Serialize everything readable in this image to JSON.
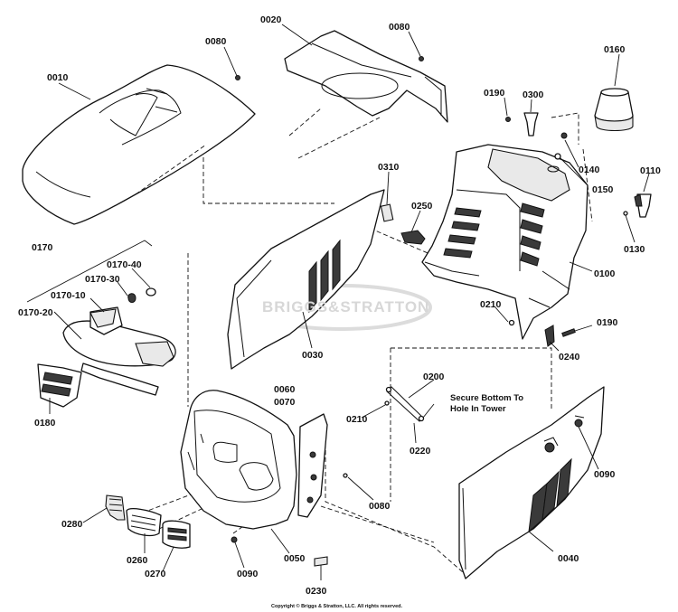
{
  "labels": {
    "p0010": "0010",
    "p0020": "0020",
    "p0080a": "0080",
    "p0080b": "0080",
    "p0160": "0160",
    "p0190a": "0190",
    "p0300": "0300",
    "p0140": "0140",
    "p0150": "0150",
    "p0110": "0110",
    "p0130": "0130",
    "p0310": "0310",
    "p0250": "0250",
    "p0100": "0100",
    "p0170": "0170",
    "p0170_40": "0170-40",
    "p0170_30": "0170-30",
    "p0170_10": "0170-10",
    "p0170_20": "0170-20",
    "p0180": "0180",
    "p0030": "0030",
    "p0210a": "0210",
    "p0190b": "0190",
    "p0240": "0240",
    "p0200": "0200",
    "p0210b": "0210",
    "p0220": "0220",
    "p0060": "0060",
    "p0070": "0070",
    "p0090a": "0090",
    "p0080c": "0080",
    "p0280": "0280",
    "p0260": "0260",
    "p0270": "0270",
    "p0090b": "0090",
    "p0050": "0050",
    "p0040": "0040",
    "p0230": "0230"
  },
  "note": "Secure Bottom To Hole In Tower",
  "watermark": "BRIGGS&STRATTON",
  "copyright": "Copyright © Briggs & Stratton, LLC. All rights reserved."
}
